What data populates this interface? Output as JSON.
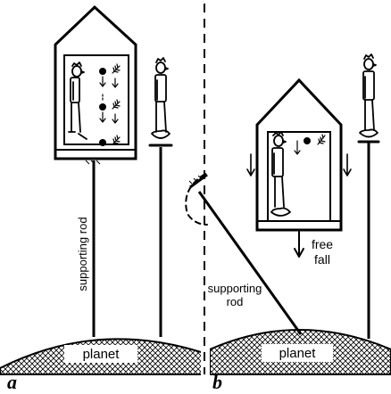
{
  "labels": {
    "a": {
      "supporting_rod": "supporting rod",
      "planet": "planet",
      "panel": "a"
    },
    "b": {
      "supporting_rod_line1": "supporting",
      "supporting_rod_line2": "rod",
      "free_fall_line1": "free",
      "free_fall_line2": "fall",
      "planet": "planet",
      "panel": "b"
    }
  }
}
